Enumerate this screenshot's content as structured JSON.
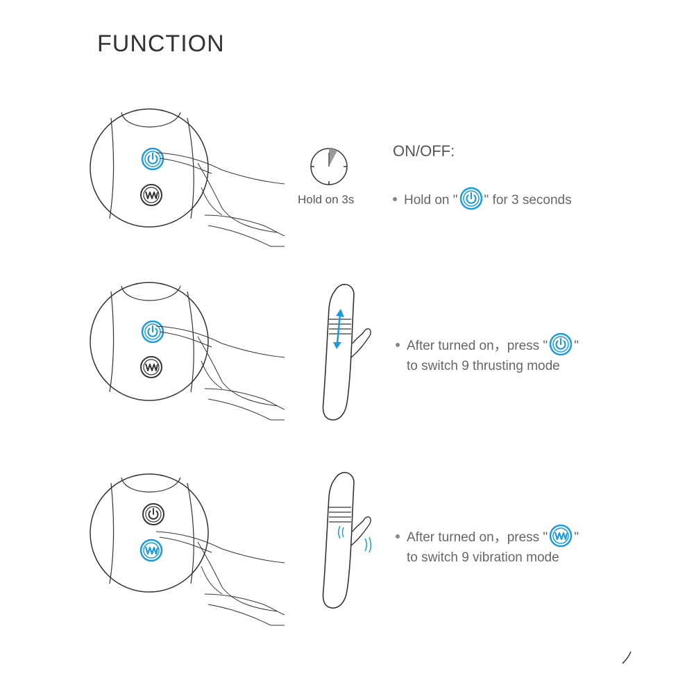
{
  "title": "FUNCTION",
  "colors": {
    "accent": "#1a9be0",
    "line": "#333333",
    "text": "#666666"
  },
  "onoff": {
    "heading": "ON/OFF:",
    "timer_label": "Hold on 3s",
    "instruction_before": "Hold on \"",
    "instruction_icon": "power-icon",
    "instruction_after": "\" for 3 seconds"
  },
  "thrusting": {
    "line1_before": "After turned on，press \"",
    "icon": "power-icon",
    "line1_after": "\"",
    "line2": "to switch 9 thrusting mode"
  },
  "vibration": {
    "line1_before": "After turned on，press \"",
    "icon": "wave-icon",
    "line1_after": "\"",
    "line2": "to switch 9 vibration mode"
  }
}
